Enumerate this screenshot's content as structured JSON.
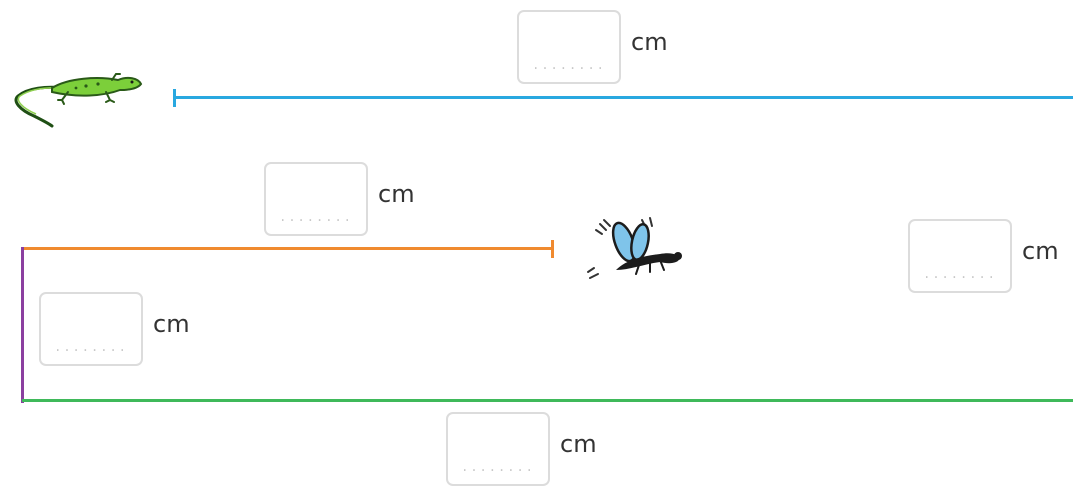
{
  "colors": {
    "lizard_line": "#29a8e0",
    "fly_line": "#f08a2f",
    "side_line": "#8b3fa0",
    "bottom_line": "#3fb95a",
    "box_border": "#dcdcdc",
    "text": "#333333"
  },
  "icons": [
    "lizard-icon",
    "fly-icon"
  ],
  "answers": [
    {
      "id": "lizard",
      "placeholder": "........",
      "unit": "cm"
    },
    {
      "id": "fly",
      "placeholder": "........",
      "unit": "cm"
    },
    {
      "id": "right",
      "placeholder": "........",
      "unit": "cm"
    },
    {
      "id": "left",
      "placeholder": "........",
      "unit": "cm"
    },
    {
      "id": "bottom",
      "placeholder": "........",
      "unit": "cm"
    }
  ]
}
